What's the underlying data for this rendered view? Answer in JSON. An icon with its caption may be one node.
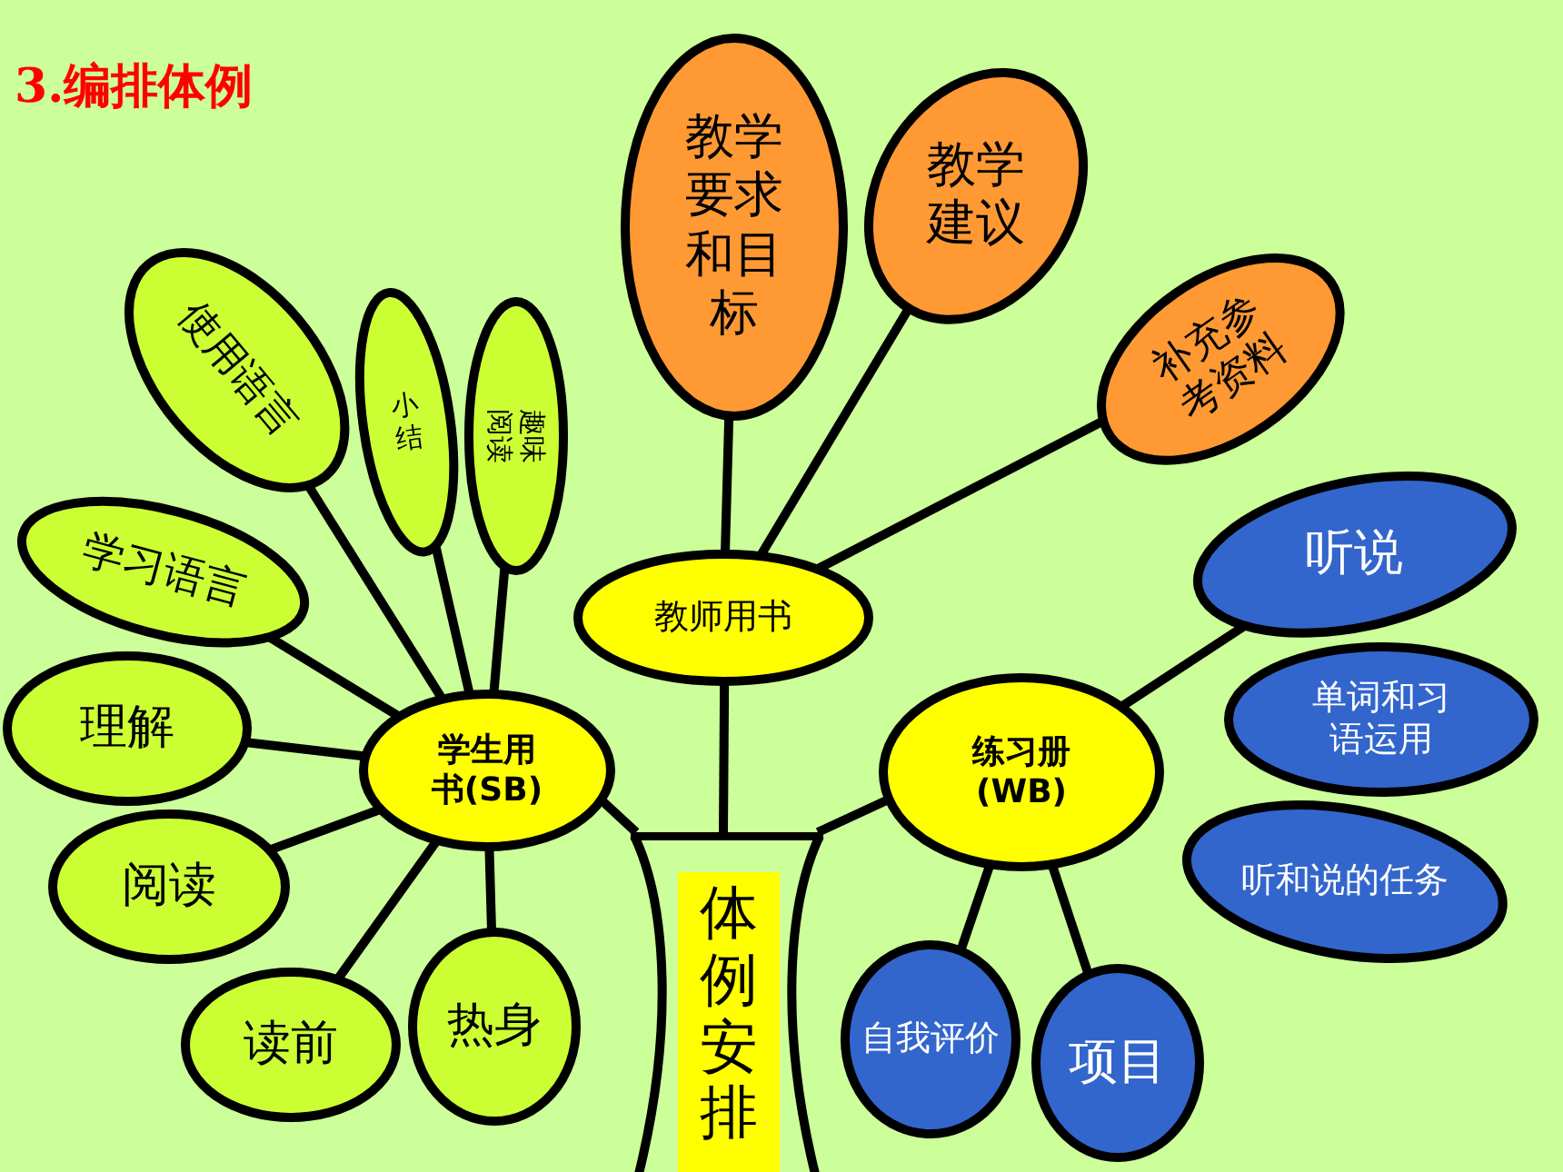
{
  "diagram": {
    "title": "3.编排体例",
    "nodes": [
      {
        "text": [
          "体例安排"
        ]
      },
      {
        "text": [
          "学生用书(SB)"
        ]
      },
      {
        "text": [
          "教师用书"
        ]
      },
      {
        "text": [
          "练习册 (WB)"
        ]
      },
      {
        "text": [
          "学习语言"
        ]
      },
      {
        "text": [
          "使用语言"
        ]
      },
      {
        "text": [
          "小结"
        ]
      },
      {
        "text": [
          "趣味阅读"
        ]
      },
      {
        "text": [
          "理解"
        ]
      },
      {
        "text": [
          "阅读"
        ]
      },
      {
        "text": [
          "读前"
        ]
      },
      {
        "text": [
          "热身"
        ]
      },
      {
        "text": [
          "教学要求和目标"
        ]
      },
      {
        "text": [
          "教学建议"
        ]
      },
      {
        "text": [
          "补充参考资料"
        ]
      },
      {
        "text": [
          "听说"
        ]
      },
      {
        "text": [
          "单词和习语运用"
        ]
      },
      {
        "text": [
          "听和说的任务"
        ]
      },
      {
        "text": [
          "自我评价"
        ]
      },
      {
        "text": [
          "项目"
        ]
      }
    ],
    "edges": [
      {
        "from": 0,
        "to": 1,
        "arrow": "none"
      },
      {
        "from": 0,
        "to": 2,
        "arrow": "none"
      },
      {
        "from": 0,
        "to": 3,
        "arrow": "none"
      },
      {
        "from": 1,
        "to": 4,
        "arrow": "none"
      },
      {
        "from": 1,
        "to": 5,
        "arrow": "none"
      },
      {
        "from": 1,
        "to": 6,
        "arrow": "none"
      },
      {
        "from": 1,
        "to": 7,
        "arrow": "none"
      },
      {
        "from": 1,
        "to": 8,
        "arrow": "none"
      },
      {
        "from": 1,
        "to": 9,
        "arrow": "none"
      },
      {
        "from": 1,
        "to": 10,
        "arrow": "none"
      },
      {
        "from": 1,
        "to": 11,
        "arrow": "none"
      },
      {
        "from": 2,
        "to": 12,
        "arrow": "none"
      },
      {
        "from": 2,
        "to": 13,
        "arrow": "none"
      },
      {
        "from": 2,
        "to": 14,
        "arrow": "none"
      },
      {
        "from": 3,
        "to": 15,
        "arrow": "none"
      },
      {
        "from": 3,
        "to": 18,
        "arrow": "none"
      },
      {
        "from": 3,
        "to": 19,
        "arrow": "none"
      }
    ]
  }
}
